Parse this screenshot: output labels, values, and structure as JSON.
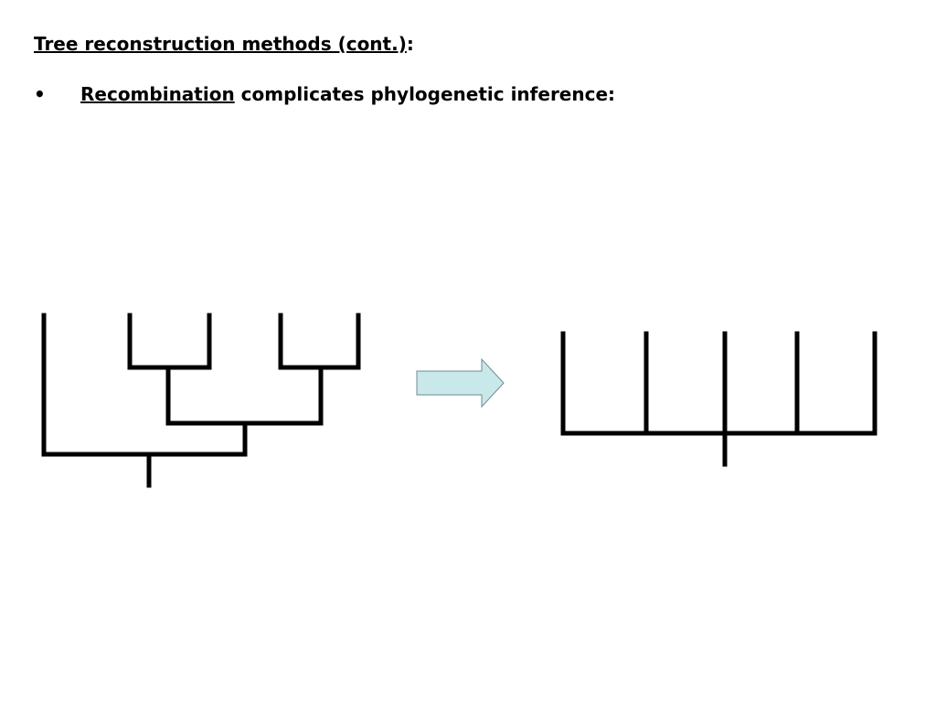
{
  "slide": {
    "title_underlined": "Tree reconstruction methods (cont.)",
    "title_suffix": ":",
    "bullet_symbol": "•",
    "bullet_underlined": "Recombination",
    "bullet_rest": " complicates phylogenetic inference:"
  },
  "colors": {
    "line": "#000000",
    "arrow_fill": "#c9e8ea",
    "arrow_stroke": "#6d8c8f"
  },
  "icons": {
    "arrow": "right-arrow-icon"
  }
}
